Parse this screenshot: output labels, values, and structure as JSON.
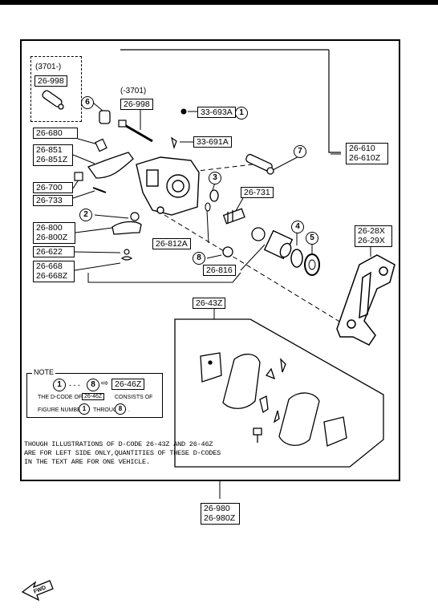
{
  "frame_labels": {
    "range_from": "(3701-)",
    "range_to": "(-3701)"
  },
  "part_codes": {
    "p26_998_a": "26-998",
    "p26_998_b": "26-998",
    "p33_693a": "33-693A",
    "p33_691a": "33-691A",
    "p26_680": "26-680",
    "p26_851": "26-851",
    "p26_851z": "26-851Z",
    "p26_700": "26-700",
    "p26_733": "26-733",
    "p26_800": "26-800",
    "p26_800z": "26-800Z",
    "p26_622": "26-622",
    "p26_668": "26-668",
    "p26_668z": "26-668Z",
    "p26_731": "26-731",
    "p26_812a": "26-812A",
    "p26_816": "26-816",
    "p26_610": "26-610",
    "p26_610z": "26-610Z",
    "p26_28x": "26-28X",
    "p26_29x": "26-29X",
    "p26_43z": "26-43Z",
    "p26_980": "26-980",
    "p26_980z": "26-980Z"
  },
  "figure_numbers": {
    "n1": "1",
    "n2": "2",
    "n3": "3",
    "n4": "4",
    "n5": "5",
    "n6": "6",
    "n7": "7",
    "n8": "8"
  },
  "note": {
    "title": "NOTE",
    "range_start": "1",
    "range_dots": "- - -",
    "range_end": "8",
    "arrow": "⇨",
    "code": "26-46Z",
    "line1_a": "THE D-CODE OF",
    "line1_code": "26-46Z",
    "line1_b": "CONSISTS OF",
    "line2_a": "FIGURE NUMBERS",
    "line2_n1": "1",
    "line2_b": "THROUGH",
    "line2_n8": "8",
    "line2_end": "."
  },
  "caption": {
    "line1": "THOUGH ILLUSTRATIONS OF D-CODE 26-43Z AND 26-46Z",
    "line2": "ARE FOR LEFT SIDE ONLY,QUANTITIES OF THESE D-CODES",
    "line3": "IN THE TEXT ARE FOR ONE VEHICLE."
  },
  "fwd_label": "FWD"
}
